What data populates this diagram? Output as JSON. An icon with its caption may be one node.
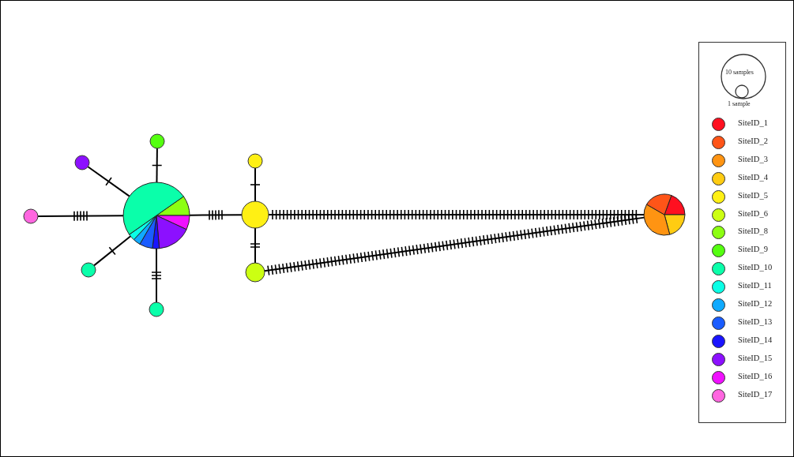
{
  "diagram": {
    "nodes": [
      {
        "text": [],
        "shape": "circle"
      },
      {
        "text": [],
        "shape": "circle"
      },
      {
        "text": [],
        "shape": "circle"
      },
      {
        "text": [],
        "shape": "circle"
      },
      {
        "text": [],
        "shape": "circle"
      },
      {
        "text": [],
        "shape": "circle"
      },
      {
        "text": [],
        "shape": "circle"
      },
      {
        "text": [],
        "shape": "circle"
      },
      {
        "text": [],
        "shape": "circle"
      },
      {
        "text": [],
        "shape": "circle"
      }
    ],
    "edges": [
      {
        "from": 0,
        "to": 4,
        "arrow": "none"
      },
      {
        "from": 1,
        "to": 4,
        "arrow": "none"
      },
      {
        "from": 2,
        "to": 4,
        "arrow": "none"
      },
      {
        "from": 3,
        "to": 4,
        "arrow": "none"
      },
      {
        "from": 4,
        "to": 5,
        "arrow": "none"
      },
      {
        "from": 4,
        "to": 7,
        "arrow": "none"
      },
      {
        "from": 6,
        "to": 7,
        "arrow": "none"
      },
      {
        "from": 7,
        "to": 8,
        "arrow": "none"
      },
      {
        "from": 7,
        "to": 9,
        "arrow": "none"
      },
      {
        "from": 8,
        "to": 9,
        "arrow": "none"
      }
    ],
    "legend": [
      {
        "text": "10 samples"
      },
      {
        "text": "1 sample"
      },
      {
        "text": "SiteID_1",
        "color": "#ff1020"
      },
      {
        "text": "SiteID_2",
        "color": "#ff5518"
      },
      {
        "text": "SiteID_3",
        "color": "#ff9412"
      },
      {
        "text": "SiteID_4",
        "color": "#ffcc12"
      },
      {
        "text": "SiteID_5",
        "color": "#fff014"
      },
      {
        "text": "SiteID_6",
        "color": "#ccff12"
      },
      {
        "text": "SiteID_8",
        "color": "#8cff12"
      },
      {
        "text": "SiteID_9",
        "color": "#55ff10"
      },
      {
        "text": "SiteID_10",
        "color": "#0affaa"
      },
      {
        "text": "SiteID_11",
        "color": "#0affe6"
      },
      {
        "text": "SiteID_12",
        "color": "#10aaff"
      },
      {
        "text": "SiteID_13",
        "color": "#1a5cff"
      },
      {
        "text": "SiteID_14",
        "color": "#1a14ff"
      },
      {
        "text": "SiteID_15",
        "color": "#8c10ff"
      },
      {
        "text": "SiteID_16",
        "color": "#f010ff"
      },
      {
        "text": "SiteID_17",
        "color": "#ff66e0"
      }
    ]
  }
}
